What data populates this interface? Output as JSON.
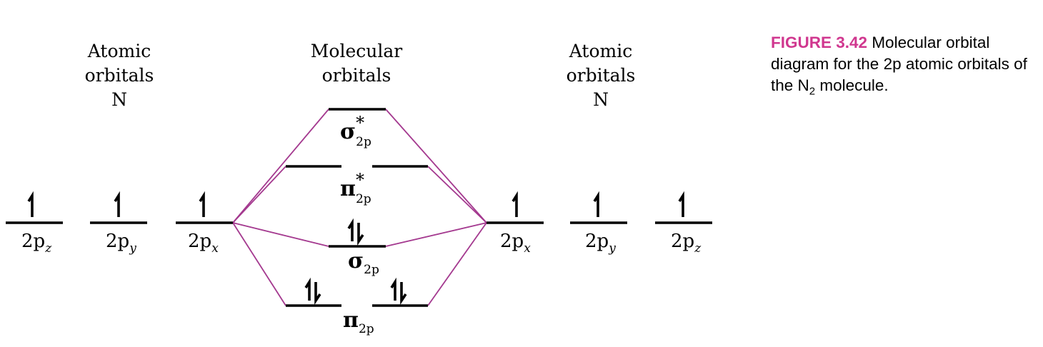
{
  "headers": {
    "left": [
      "Atomic",
      "orbitals",
      "N"
    ],
    "center": [
      "Molecular",
      "orbitals"
    ],
    "right": [
      "Atomic",
      "orbitals",
      "N"
    ]
  },
  "atomic_left": [
    {
      "label": "2p",
      "subscript": "z",
      "electrons": 1
    },
    {
      "label": "2p",
      "subscript": "y",
      "electrons": 1
    },
    {
      "label": "2p",
      "subscript": "x",
      "electrons": 1
    }
  ],
  "atomic_right": [
    {
      "label": "2p",
      "subscript": "x",
      "electrons": 1
    },
    {
      "label": "2p",
      "subscript": "y",
      "electrons": 1
    },
    {
      "label": "2p",
      "subscript": "z",
      "electrons": 1
    }
  ],
  "molecular": {
    "sigma_star": {
      "symbol": "σ",
      "star": "*",
      "subscript": "2p",
      "electrons": 0
    },
    "pi_star": {
      "symbol": "π",
      "star": "*",
      "subscript": "2p",
      "electrons": [
        0,
        0
      ]
    },
    "sigma": {
      "symbol": "σ",
      "subscript": "2p",
      "electrons": 2
    },
    "pi": {
      "symbol": "π",
      "subscript": "2p",
      "electrons": [
        2,
        2
      ]
    }
  },
  "caption": {
    "figure_label": "FIGURE 3.42",
    "text_part1": "Molecular orbital diagram for the 2p atomic orbitals of the N",
    "formula_subscript": "2",
    "text_part2": "molecule."
  },
  "colors": {
    "connector": "#a4398f",
    "figure_label": "#d0378f"
  }
}
